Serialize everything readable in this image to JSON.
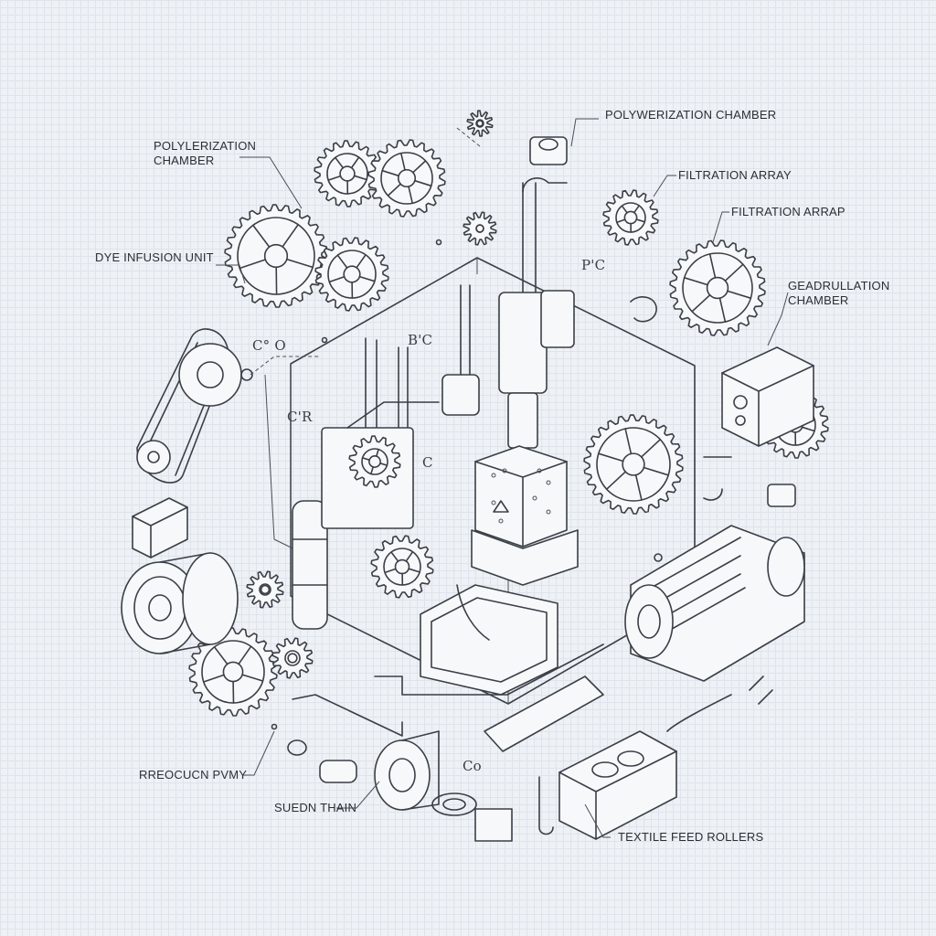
{
  "labels": {
    "polymerization_left": "POLYLERIZATION CHAMBER",
    "polymerization_top": "POLYWERIZATION CHAMBER",
    "filtration_1": "FILTRATION ARRAY",
    "filtration_2": "FILTRATION ARRAP",
    "dye_infusion": "DYE INFUSION UNIT",
    "gearulation": "GEADRULLATION CHAMBER",
    "reduction_pump": "RREOCUCN PVMY",
    "sueden_thain": "SUEDN THAIN",
    "textile_feed": "TEXTILE FEED ROLLERS"
  },
  "symbols": {
    "s1": "P'C",
    "s2": "C° O",
    "s3": "B'C",
    "s4": "C'R",
    "s5": "C",
    "s6": "Co"
  },
  "colors": {
    "ink": "#3a3f47",
    "paper": "#eef1f5",
    "grid": "#dfe4ec"
  }
}
